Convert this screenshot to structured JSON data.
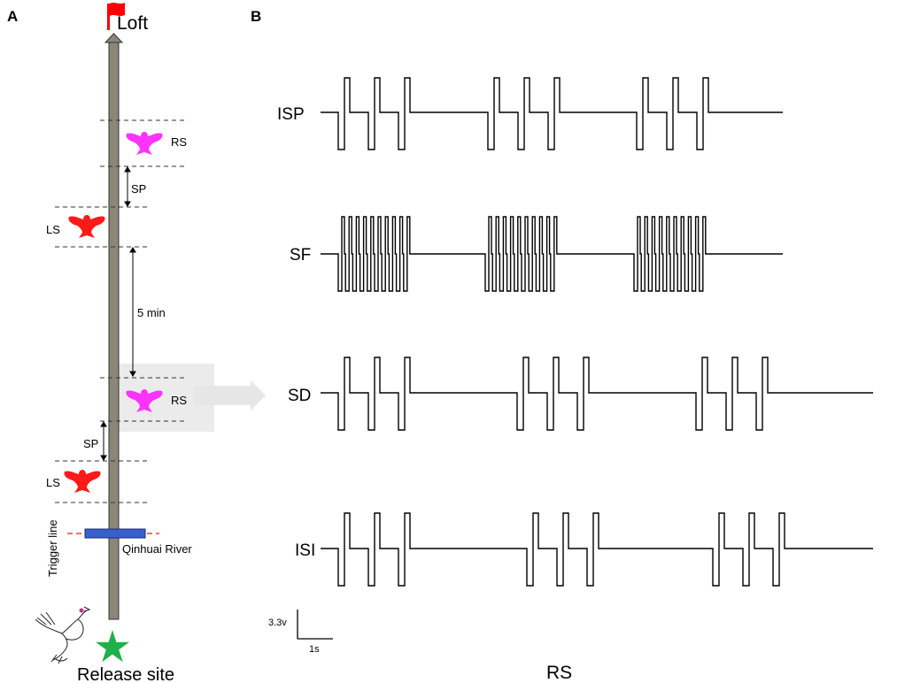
{
  "panels": {
    "a": "A",
    "b": "B"
  },
  "route": {
    "loft": "Loft",
    "release_site": "Release site",
    "trigger_line": "Trigger line",
    "river": "Qinhuai River",
    "sp_upper": "SP",
    "sp_lower": "SP",
    "interval": "5 min",
    "rs_upper": "RS",
    "rs_lower": "RS",
    "ls_upper": "LS",
    "ls_lower": "LS"
  },
  "colors": {
    "rs_bird": "#ff33ff",
    "ls_bird": "#ff1a1a",
    "flag": "#ff0000",
    "star": "#1fb04a",
    "road": "#8a877a",
    "river": "#3a5fcd",
    "trigger": "#ff3b3b"
  },
  "icons": [
    "flag-icon",
    "star-icon",
    "pigeon-icon",
    "bird-silhouette-icon",
    "arrow-icon"
  ],
  "signals": {
    "isp": "ISP",
    "sf": "SF",
    "sd": "SD",
    "isi": "ISI"
  },
  "scale": {
    "voltage": "3.3v",
    "time": "1s"
  },
  "footer": "RS"
}
